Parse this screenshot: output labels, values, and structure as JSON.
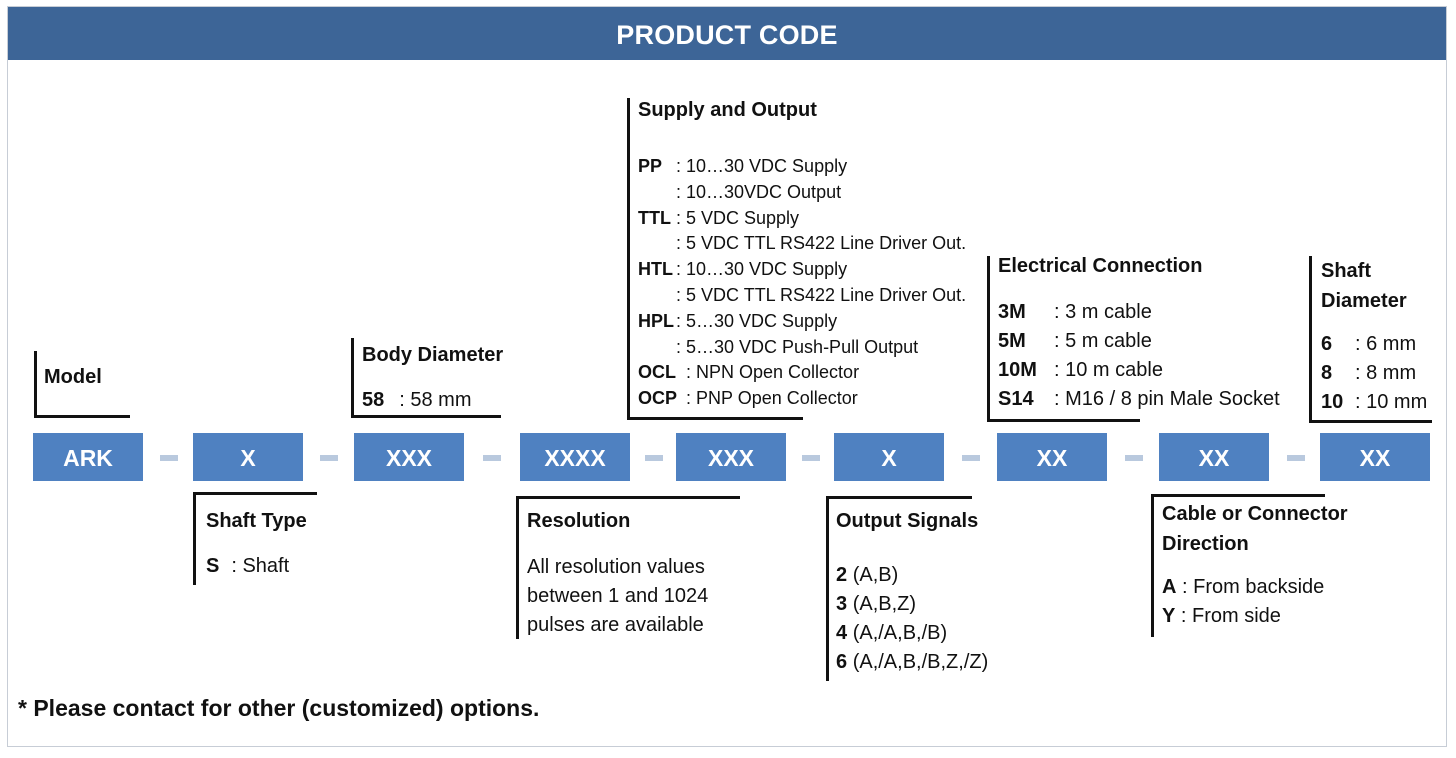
{
  "title": "PRODUCT CODE",
  "boxes": [
    "ARK",
    "X",
    "XXX",
    "XXXX",
    "XXX",
    "X",
    "XX",
    "XX",
    "XX"
  ],
  "model": {
    "label": "Model"
  },
  "shaft_type": {
    "label": "Shaft Type",
    "code": "S",
    "desc": ": Shaft"
  },
  "body_diameter": {
    "label": "Body Diameter",
    "code": "58",
    "desc": ": 58 mm"
  },
  "resolution": {
    "label": "Resolution",
    "lines": [
      "All resolution values",
      "between 1 and 1024",
      "pulses are available"
    ]
  },
  "supply_output": {
    "label": "Supply and Output",
    "items": [
      {
        "code": "PP",
        "desc": ": 10…30 VDC Supply"
      },
      {
        "code": "",
        "desc": ": 10…30VDC Output"
      },
      {
        "code": "TTL",
        "desc": ": 5 VDC Supply"
      },
      {
        "code": "",
        "desc": ": 5 VDC TTL RS422 Line Driver Out."
      },
      {
        "code": "HTL",
        "desc": ": 10…30 VDC Supply"
      },
      {
        "code": "",
        "desc": ": 5 VDC TTL RS422 Line Driver Out."
      },
      {
        "code": "HPL",
        "desc": ": 5…30 VDC Supply"
      },
      {
        "code": "",
        "desc": ": 5…30 VDC Push-Pull Output"
      },
      {
        "code": "OCL",
        "desc": ": NPN Open Collector"
      },
      {
        "code": "OCP",
        "desc": ": PNP Open Collector"
      }
    ]
  },
  "output_signals": {
    "label": "Output Signals",
    "items": [
      {
        "code": "2",
        "desc": "(A,B)"
      },
      {
        "code": "3",
        "desc": "(A,B,Z)"
      },
      {
        "code": "4",
        "desc": "(A,/A,B,/B)"
      },
      {
        "code": "6",
        "desc": "(A,/A,B,/B,Z,/Z)"
      }
    ]
  },
  "electrical_connection": {
    "label": "Electrical Connection",
    "items": [
      {
        "code": "3M",
        "desc": ": 3 m cable"
      },
      {
        "code": "5M",
        "desc": ": 5 m cable"
      },
      {
        "code": "10M",
        "desc": ": 10 m cable"
      },
      {
        "code": "S14",
        "desc": ": M16 / 8 pin Male Socket"
      }
    ]
  },
  "cable_direction": {
    "label_line1": "Cable or Connector",
    "label_line2": "Direction",
    "items": [
      {
        "code": "A",
        "desc": ": From backside"
      },
      {
        "code": "Y",
        "desc": ": From side"
      }
    ]
  },
  "shaft_diameter": {
    "label_line1": "Shaft",
    "label_line2": "Diameter",
    "items": [
      {
        "code": "6",
        "desc": ": 6 mm"
      },
      {
        "code": "8",
        "desc": ": 8 mm"
      },
      {
        "code": "10",
        "desc": ": 10 mm"
      }
    ]
  },
  "note": "* Please contact for other (customized) options.",
  "colors": {
    "header": "#3d6597",
    "box": "#4f81c1",
    "dash": "#b9c9de"
  }
}
